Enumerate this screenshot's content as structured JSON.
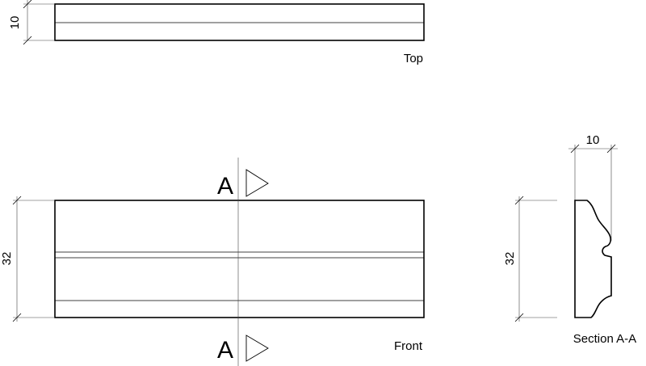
{
  "views": {
    "top": {
      "label": "Top"
    },
    "front": {
      "label": "Front"
    },
    "section": {
      "label": "Section A-A"
    }
  },
  "dimensions": {
    "top_thickness": "10",
    "front_height": "32",
    "section_height": "32",
    "section_depth": "10"
  },
  "section_marker": {
    "letter_top": "A",
    "letter_bottom": "A"
  }
}
